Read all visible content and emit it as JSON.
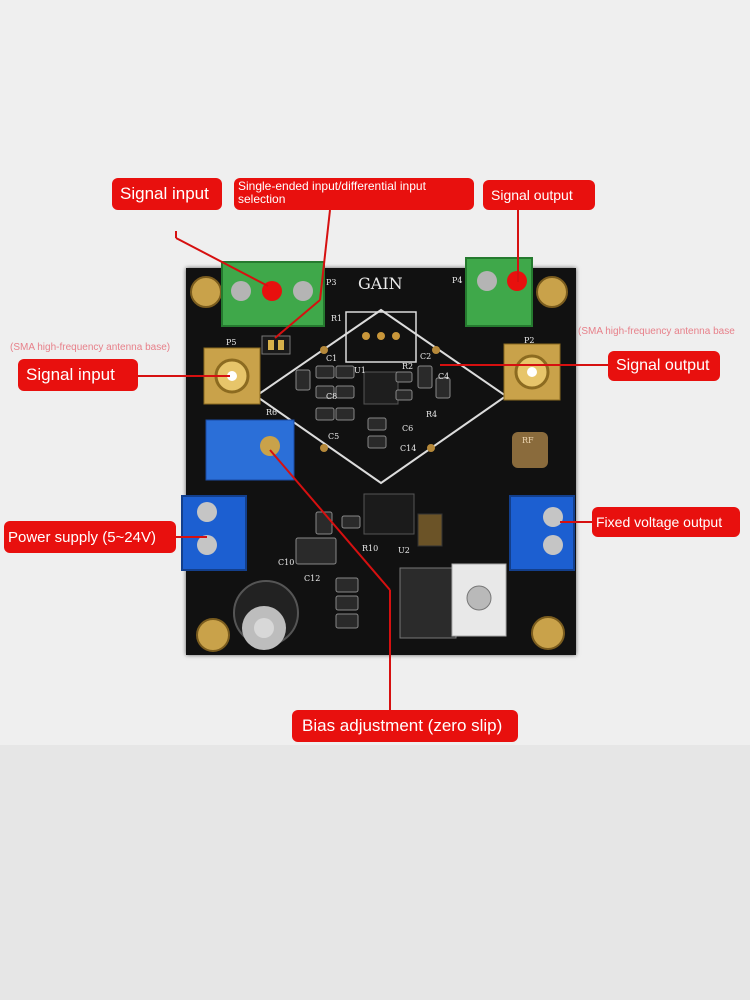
{
  "board": {
    "gain_label": "GAIN",
    "silk": {
      "p3": "P3",
      "p4": "P4",
      "p5": "P5",
      "p2": "P2",
      "r1": "R1",
      "r2": "R2",
      "r4": "R4",
      "r6": "R6",
      "u1": "U1",
      "u2": "U2",
      "c1": "C1",
      "c2": "C2",
      "c4": "C4",
      "c5": "C5",
      "c6": "C6",
      "c8": "C8",
      "c10": "C10",
      "c12": "C12",
      "c14": "C14",
      "r10": "R10",
      "rf": "RF"
    }
  },
  "labels": {
    "signal_input_top": "Signal input",
    "selection": "Single-ended input/differential input selection",
    "signal_output_top": "Signal output",
    "sma_left": "(SMA high-frequency antenna base)",
    "sma_right": "(SMA high-frequency antenna base",
    "signal_input_left": "Signal input",
    "signal_output_right": "Signal output",
    "power_supply": "Power supply (5~24V)",
    "fixed_voltage": "Fixed voltage output",
    "bias": "Bias adjustment (zero slip)"
  },
  "colors": {
    "label_red": "#e8100e",
    "board_black": "#111111",
    "terminal_green": "#3fa84a",
    "terminal_blue": "#1c5fd1",
    "brass": "#c9a24a"
  }
}
